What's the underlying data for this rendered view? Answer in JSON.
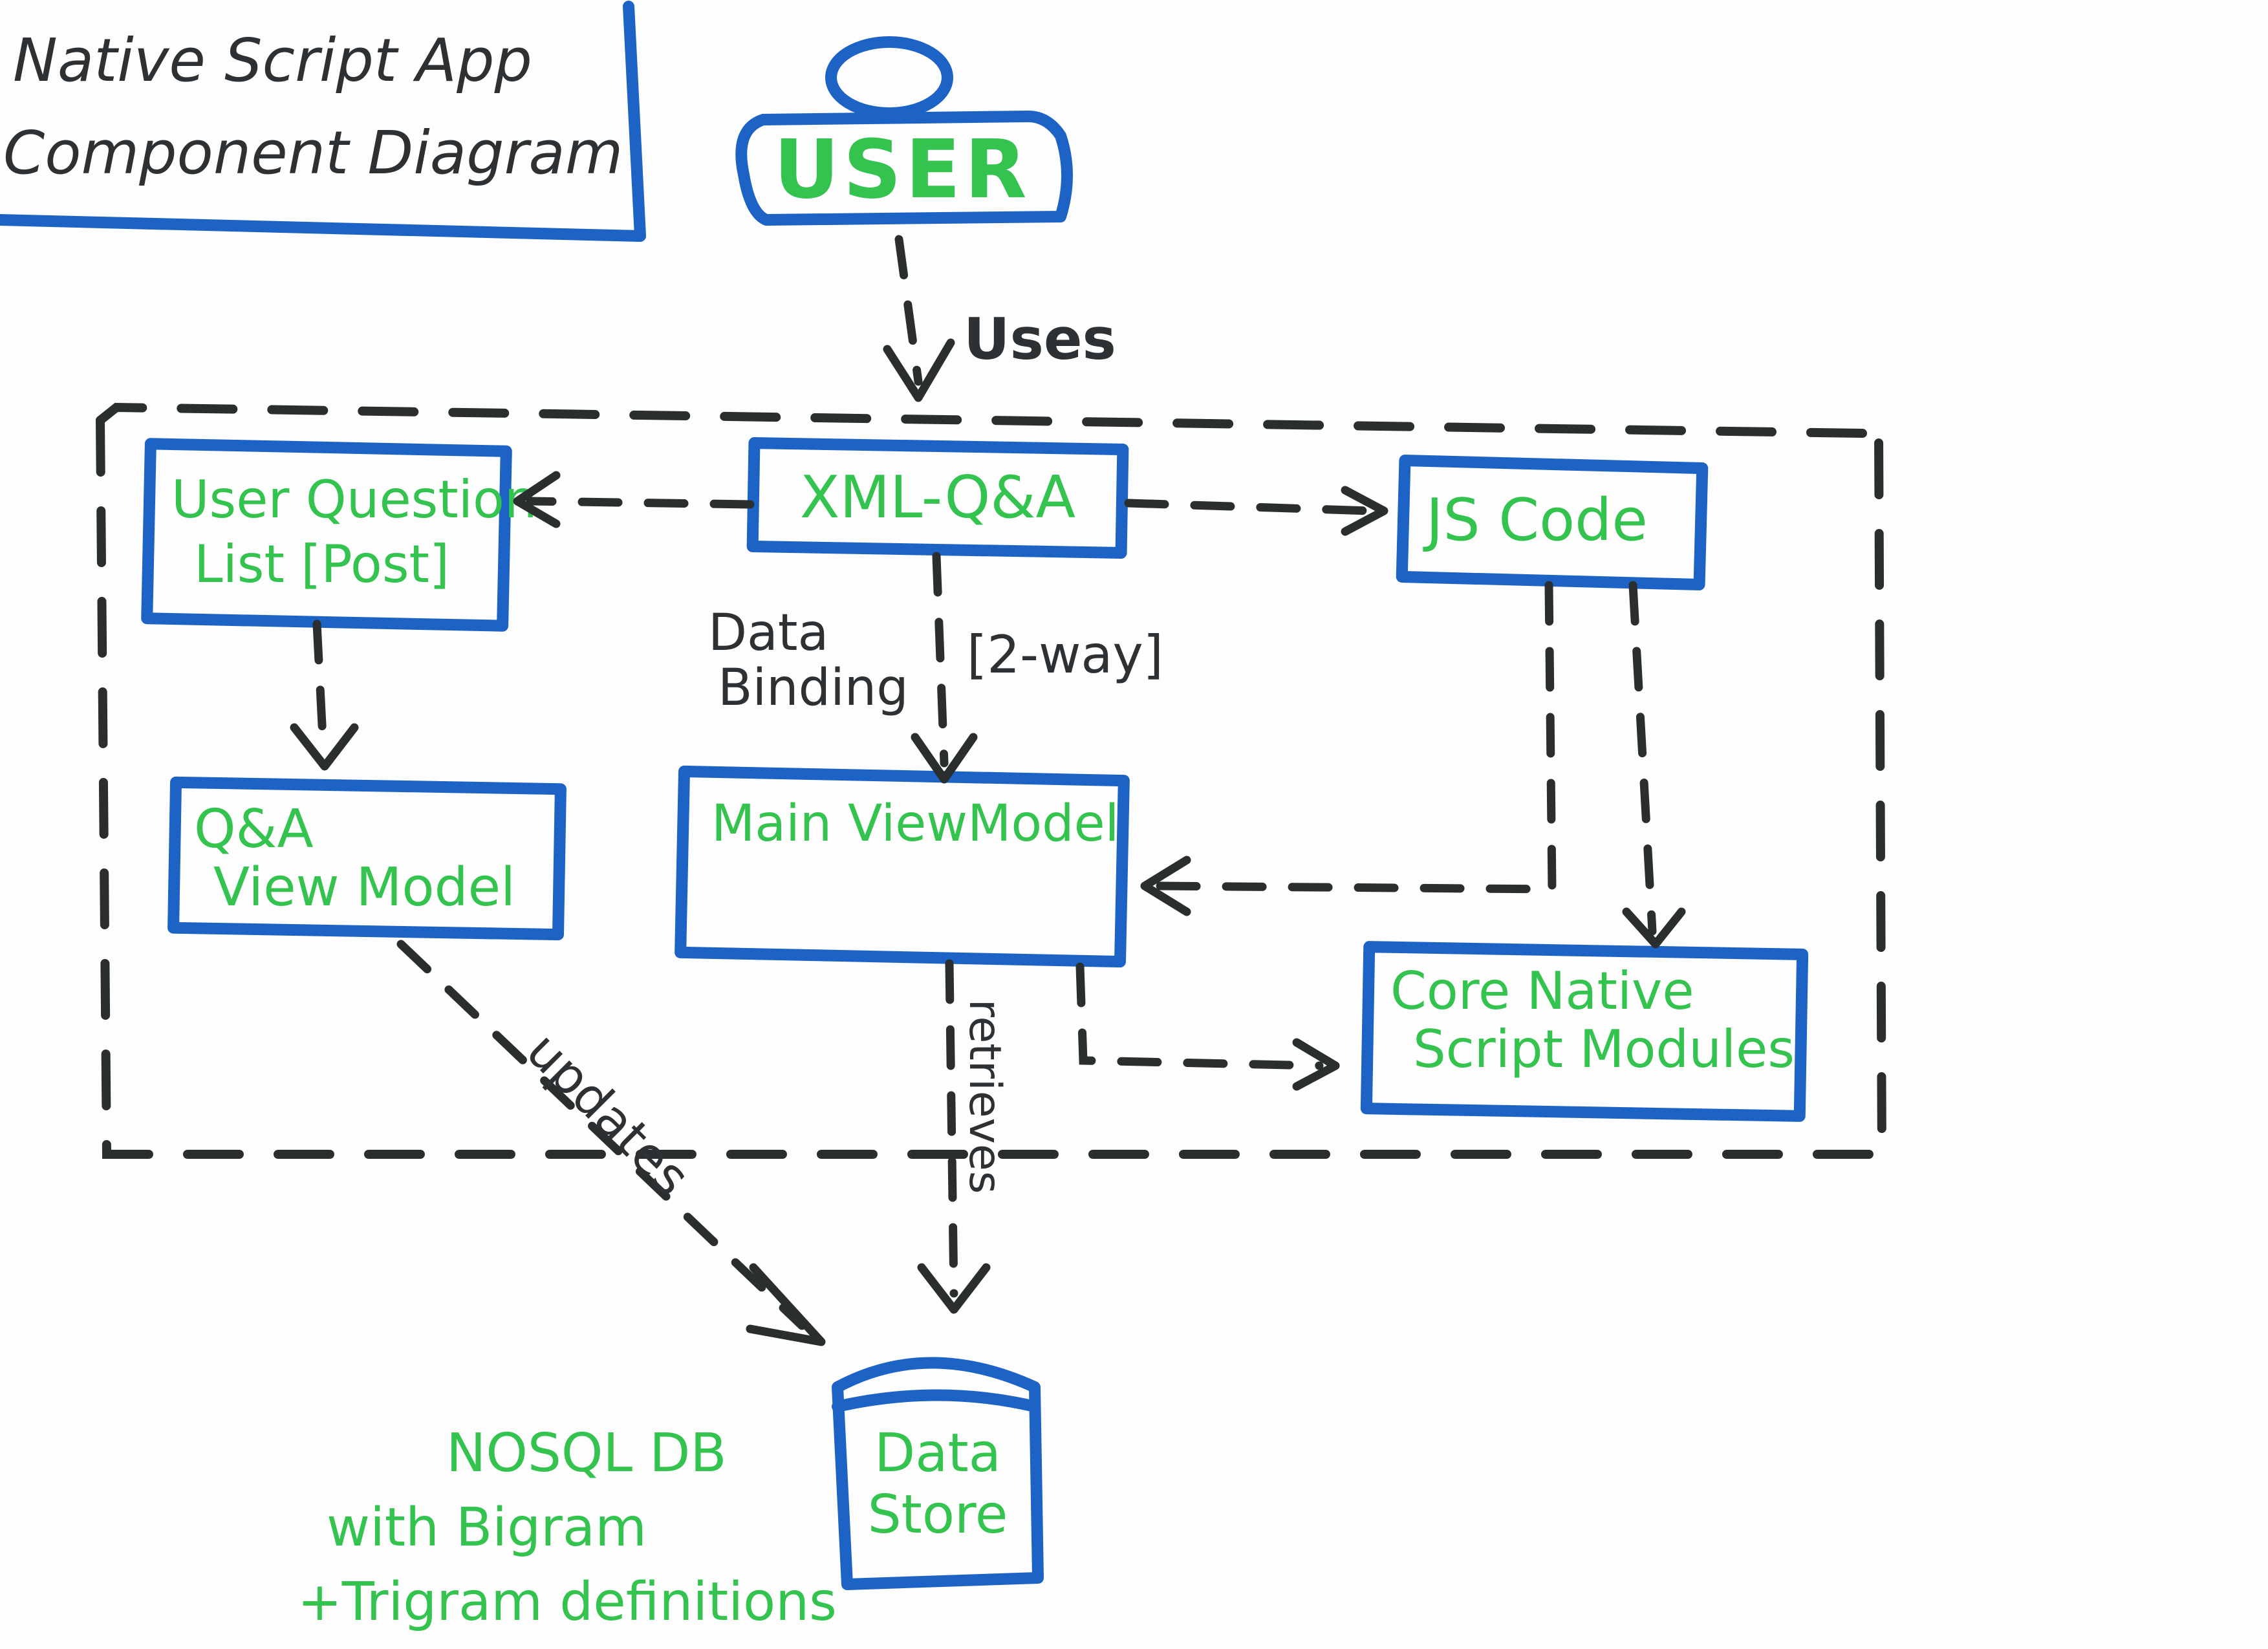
{
  "title": {
    "line1": "Native Script App",
    "line2": "Component Diagram"
  },
  "user": {
    "label": "USER"
  },
  "components": {
    "user_question_list": {
      "line1": "User Question",
      "line2": "List [Post]"
    },
    "xml_qa": {
      "label": "XML-Q&A"
    },
    "js_code": {
      "label": "JS Code"
    },
    "qa_view_model": {
      "line1": "Q&A",
      "line2": "View Model"
    },
    "main_view_model": {
      "label": "Main ViewModel"
    },
    "core_native_script_modules": {
      "line1": "Core Native",
      "line2": "Script Modules"
    },
    "data_store": {
      "line1": "Data",
      "line2": "Store"
    }
  },
  "connector_labels": {
    "uses": "Uses",
    "data_binding_line1": "Data",
    "data_binding_line2": "Binding",
    "two_way": "[2-way]",
    "updates": "updates",
    "retrieves": "retrieves"
  },
  "db_note": {
    "line1": "NOSQL DB",
    "line2": "with Bigram",
    "line3": "+Trigram definitions"
  },
  "colors": {
    "box_outline": "#1d63c5",
    "component_text": "#35c34f",
    "arrows_and_labels": "#2b2e2f"
  }
}
